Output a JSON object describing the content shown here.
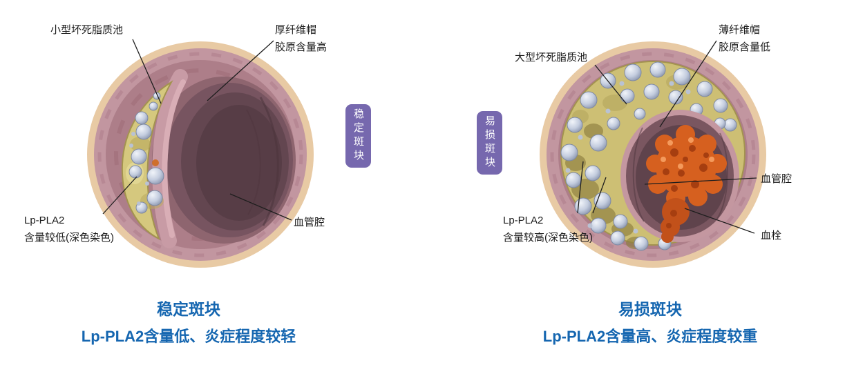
{
  "colors": {
    "blue": "#1566b0",
    "purple": "#7668ae"
  },
  "stable": {
    "badge": "稳定斑块",
    "labels": {
      "lipid_pool": "小型坏死脂质池",
      "cap_line1": "厚纤维帽",
      "cap_line2": "胶原含量高",
      "lp_line1": "Lp-PLA2",
      "lp_line2": "含量较低(深色染色)",
      "lumen": "血管腔"
    },
    "caption": {
      "title": "稳定斑块",
      "subtitle": "Lp-PLA2含量低、炎症程度较轻"
    }
  },
  "vulnerable": {
    "badge": "易损斑块",
    "labels": {
      "lipid_pool": "大型坏死脂质池",
      "cap_line1": "薄纤维帽",
      "cap_line2": "胶原含量低",
      "lp_line1": "Lp-PLA2",
      "lp_line2": "含量较高(深色染色)",
      "lumen": "血管腔",
      "thrombus": "血栓"
    },
    "caption": {
      "title": "易损斑块",
      "subtitle": "Lp-PLA2含量高、炎症程度较重"
    }
  }
}
